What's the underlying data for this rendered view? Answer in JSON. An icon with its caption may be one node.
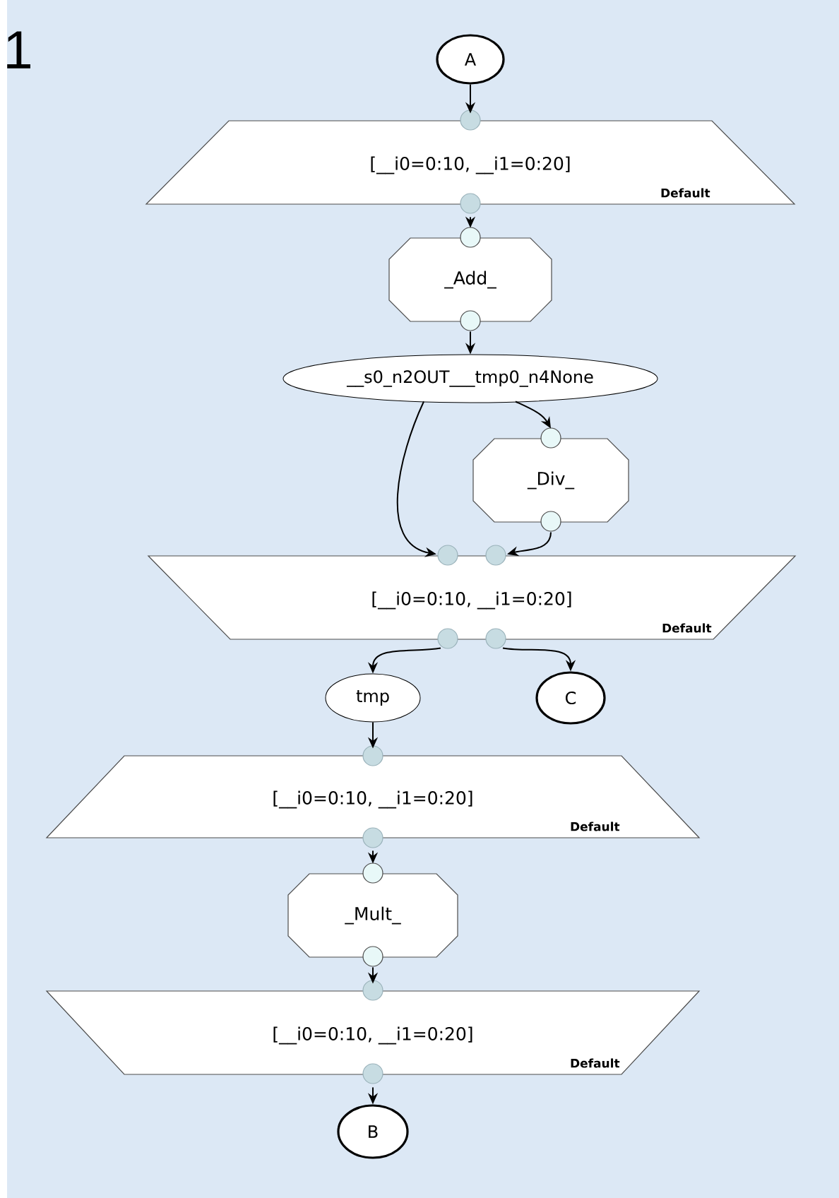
{
  "diagram": {
    "nodes": [
      {
        "text": [
          "A"
        ]
      },
      {
        "text": [
          "[__i0=0:10, __i1=0:20]",
          "Default"
        ]
      },
      {
        "text": [
          "_Add_"
        ]
      },
      {
        "text": [
          "__s0_n2OUT___tmp0_n4None"
        ]
      },
      {
        "text": [
          "_Div_"
        ]
      },
      {
        "text": [
          "[__i0=0:10, __i1=0:20]",
          "Default"
        ]
      },
      {
        "text": [
          "tmp"
        ]
      },
      {
        "text": [
          "C"
        ]
      },
      {
        "text": [
          "[__i0=0:10, __i1=0:20]",
          "Default"
        ]
      },
      {
        "text": [
          "_Mult_"
        ]
      },
      {
        "text": [
          "[__i0=0:10, __i1=0:20]",
          "Default"
        ]
      },
      {
        "text": [
          "B"
        ]
      }
    ],
    "edges": [
      {
        "from": 0,
        "to": 1,
        "arrow": "to"
      },
      {
        "from": 1,
        "to": 2,
        "arrow": "to"
      },
      {
        "from": 2,
        "to": 3,
        "arrow": "to"
      },
      {
        "from": 3,
        "to": 5,
        "arrow": "to"
      },
      {
        "from": 3,
        "to": 4,
        "arrow": "to"
      },
      {
        "from": 4,
        "to": 5,
        "arrow": "to"
      },
      {
        "from": 5,
        "to": 6,
        "arrow": "to"
      },
      {
        "from": 5,
        "to": 7,
        "arrow": "to"
      },
      {
        "from": 6,
        "to": 8,
        "arrow": "to"
      },
      {
        "from": 8,
        "to": 9,
        "arrow": "to"
      },
      {
        "from": 9,
        "to": 10,
        "arrow": "to"
      },
      {
        "from": 10,
        "to": 11,
        "arrow": "to"
      }
    ],
    "labels": [
      "1"
    ]
  }
}
